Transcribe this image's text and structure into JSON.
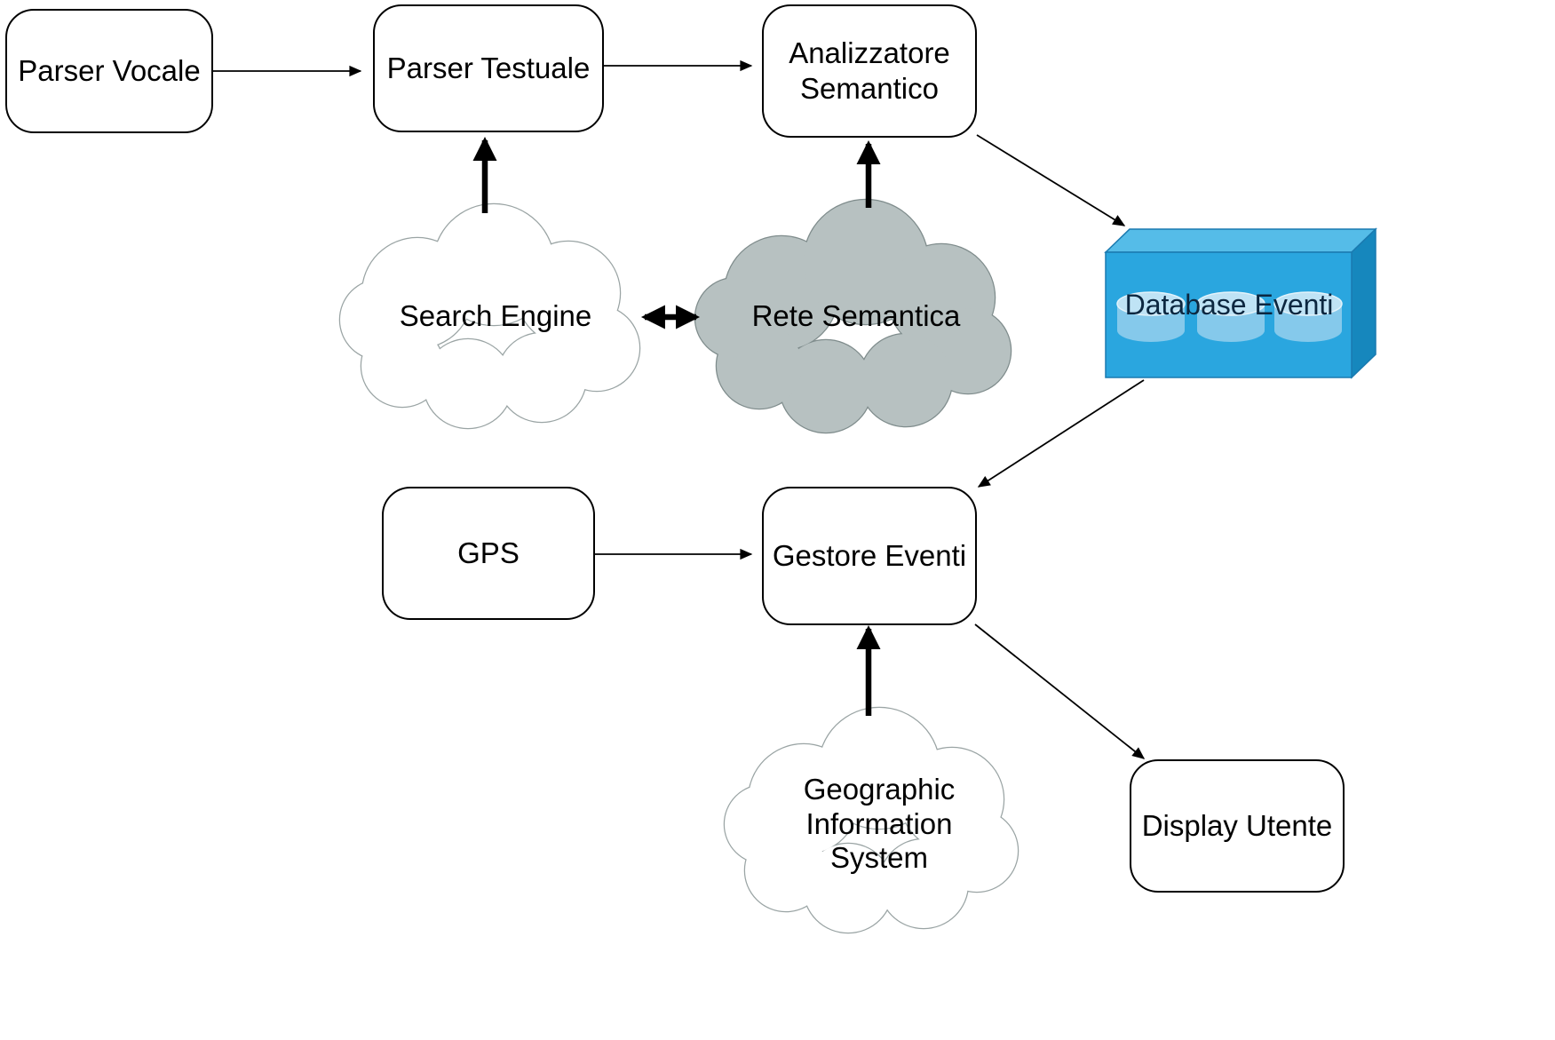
{
  "diagram": {
    "type": "architecture-flowchart",
    "nodes": {
      "parser_vocale": {
        "label": "Parser Vocale",
        "shape": "rounded-rect"
      },
      "parser_testuale": {
        "label": "Parser Testuale",
        "shape": "rounded-rect"
      },
      "analizzatore_semantico": {
        "label": "Analizzatore\nSemantico",
        "shape": "rounded-rect"
      },
      "search_engine": {
        "label": "Search Engine",
        "shape": "cloud"
      },
      "rete_semantica": {
        "label": "Rete Semantica",
        "shape": "cloud"
      },
      "database_eventi": {
        "label": "Database Eventi",
        "shape": "database-3d-box"
      },
      "gps": {
        "label": "GPS",
        "shape": "rounded-rect"
      },
      "gestore_eventi": {
        "label": "Gestore Eventi",
        "shape": "rounded-rect"
      },
      "geographic_information_system": {
        "label": "Geographic\nInformation\nSystem",
        "shape": "cloud"
      },
      "display_utente": {
        "label": "Display Utente",
        "shape": "rounded-rect"
      }
    },
    "edges": [
      {
        "from": "Parser Vocale",
        "to": "Parser Testuale",
        "style": "thin-arrow"
      },
      {
        "from": "Parser Testuale",
        "to": "Analizzatore Semantico",
        "style": "thin-arrow"
      },
      {
        "from": "Search Engine",
        "to": "Parser Testuale",
        "style": "thick-arrow"
      },
      {
        "from": "Rete Semantica",
        "to": "Analizzatore Semantico",
        "style": "thick-arrow"
      },
      {
        "from": "Search Engine",
        "to": "Rete Semantica",
        "style": "thick-double-arrow"
      },
      {
        "from": "Analizzatore Semantico",
        "to": "Database Eventi",
        "style": "thin-arrow"
      },
      {
        "from": "Database Eventi",
        "to": "Gestore Eventi",
        "style": "thin-arrow"
      },
      {
        "from": "GPS",
        "to": "Gestore Eventi",
        "style": "thin-arrow"
      },
      {
        "from": "Geographic Information System",
        "to": "Gestore Eventi",
        "style": "thick-arrow"
      },
      {
        "from": "Gestore Eventi",
        "to": "Display Utente",
        "style": "thin-arrow"
      }
    ],
    "colors": {
      "node_border": "#000000",
      "node_fill": "#ffffff",
      "arrow": "#000000",
      "cloud_white_fill": "#ffffff",
      "cloud_white_stroke": "#9aa4a4",
      "cloud_gray_fill": "#b7c1c1",
      "cloud_gray_stroke": "#7f8c8c",
      "db_front": "#2aa6df",
      "db_top": "#55bce8",
      "db_side": "#1687bd",
      "db_outline": "#1a7ab0",
      "cylinder_body": "#85c9eb",
      "cylinder_top": "#bfe3f5",
      "db_label_color": "#0c2740"
    }
  }
}
